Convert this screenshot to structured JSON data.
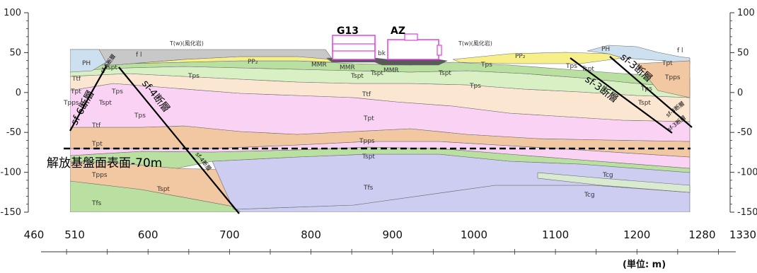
{
  "y_axis": {
    "ticks_left": [
      "100",
      "50",
      "0",
      "-50",
      "-100",
      "-150"
    ],
    "ticks_right": [
      "100",
      "50",
      "0",
      "-50",
      "-100",
      "-150"
    ]
  },
  "x_axis": {
    "ticks": [
      "460",
      "510",
      "600",
      "700",
      "800",
      "900",
      "1000",
      "1100",
      "1200",
      "1280",
      "1330"
    ],
    "unit": "(単位: m)"
  },
  "colors": {
    "fl": "#c8c8c8",
    "PP2": "#f7ef8a",
    "Tps": "#d9f0c4",
    "Tspt": "#b9e0a0",
    "Ttf": "#fbe6d2",
    "Tpt": "#fad2f3",
    "Tpps": "#f2c8a2",
    "Tfs": "#cdcdf2",
    "Tcg": "#d8ead0",
    "PH": "#cde0f0",
    "dark": "#5a5a5a",
    "building": "#e040e0",
    "fault": "#000000"
  },
  "layers": {
    "fl": "f l",
    "fl2": "f l",
    "PH": "PH",
    "PH2": "PH",
    "PP2": "PP₂",
    "PP2b": "PP₂",
    "Tw1": "T(w)(風化岩)",
    "Tw2": "T(w)(風化岩)",
    "bk": "bk",
    "MMR1": "MMR",
    "MMR2": "MMR",
    "MMR3": "MMR",
    "Tspt1": "Tspt",
    "Tspt2": "Tspt",
    "Tspt3": "Tspt",
    "Tspt4": "Tspt",
    "Tspt5": "Tspt",
    "Tspt6": "Tspt",
    "Tspt7": "Tspt",
    "Tps1": "Tps",
    "Tps2": "Tps",
    "Tps3": "Tps",
    "Tps4": "Tps",
    "Tps5": "Tps",
    "Tps6": "Tps",
    "Tps7": "Tps",
    "Ttf1": "Ttf",
    "Ttf2": "Ttf",
    "Ttf3": "Ttf",
    "Tpt1": "Tpt",
    "Tpt2": "Tpt",
    "Tpt3": "Tpt",
    "Tpt4": "Tpt",
    "Tpps1": "Tpps",
    "Tpps2": "Tpps",
    "Tpps3": "Tpps",
    "Tfs1": "Tfs",
    "Tfs2": "Tfs",
    "Tcg1": "Tcg",
    "Tcg2": "Tcg",
    "Tspt8": "Tspt",
    "Tspt9": "Tspt"
  },
  "buildings": {
    "g13": "G13",
    "az": "AZ"
  },
  "faults": {
    "sf6": "sf-6断層",
    "sf4": "sf-4断層",
    "sf3a": "sf-3断層",
    "sf3b": "sf-3断層",
    "sf6_small": "sf-6断層",
    "sf4_small": "sf-4断層",
    "sf3_small1": "sf-3断層",
    "sf3_small2": "sf-3断層"
  },
  "base_label": "解放基盤面表面-70m"
}
